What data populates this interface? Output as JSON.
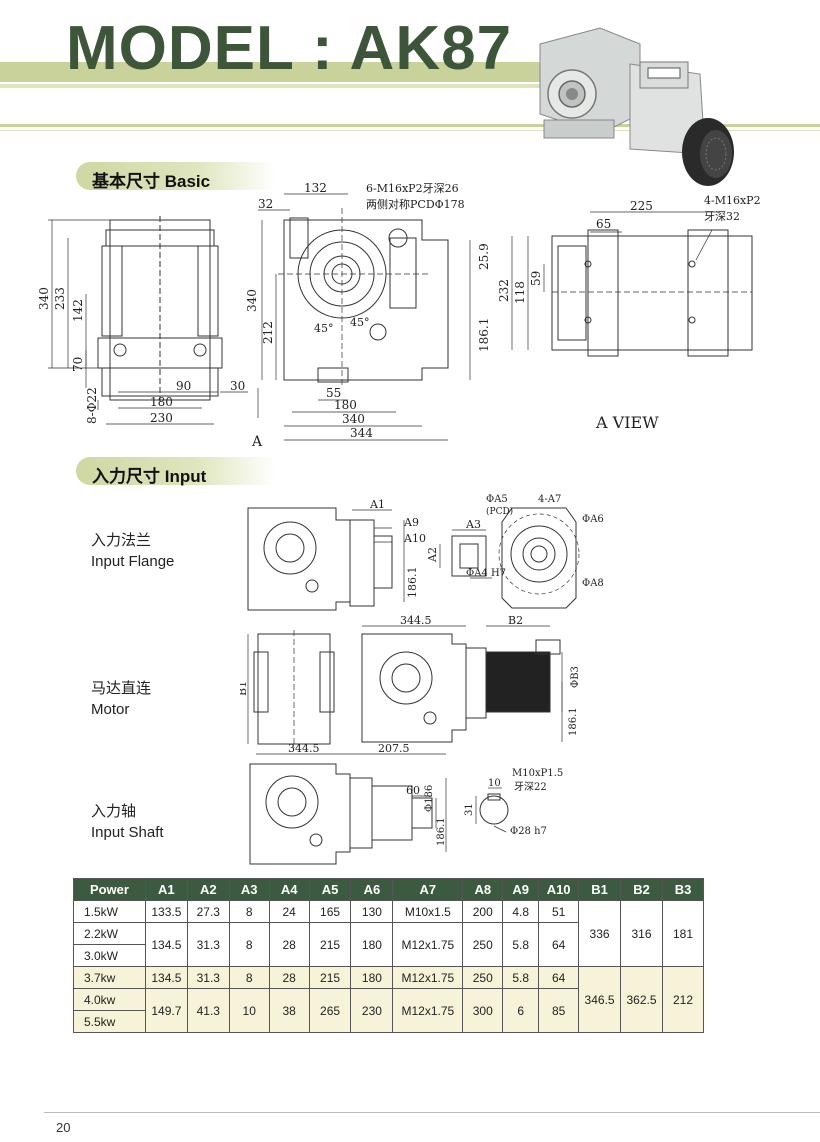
{
  "header": {
    "title": "MODEL : AK87"
  },
  "sections": {
    "basic": "基本尺寸 Basic",
    "input": "入力尺寸 Input"
  },
  "basic_dims": {
    "left": {
      "d340": "340",
      "d233": "233",
      "d142": "142",
      "d70": "70",
      "d8phi22": "8-Φ22",
      "d90": "90",
      "d30": "30",
      "d180": "180",
      "d230": "230"
    },
    "front": {
      "d32": "32",
      "d132": "132",
      "note1": "6-M16xP2牙深26",
      "note2": "两侧对称PCDΦ178",
      "d340": "340",
      "d212": "212",
      "d25_9": "25.9",
      "d186_1": "186.1",
      "a45a": "45°",
      "a45b": "45°",
      "d55": "55",
      "d180": "180",
      "d340b": "340",
      "d344": "344",
      "arrow": "A"
    },
    "aview": {
      "d225": "225",
      "d65": "65",
      "note1": "4-M16xP2",
      "note2": "牙深32",
      "d232": "232",
      "d118": "118",
      "d59": "59",
      "caption": "A VIEW"
    }
  },
  "input_rows": {
    "flange": {
      "cn": "入力法兰",
      "en": "Input Flange",
      "A1": "A1",
      "A9": "A9",
      "A10": "A10",
      "A3": "A3",
      "A2": "A2",
      "A4": "ΦA4 H7",
      "A5": "ΦA5",
      "pcd": "(PCD)",
      "A7": "4-A7",
      "A6": "ΦA6",
      "A8": "ΦA8",
      "d186": "186.1"
    },
    "motor": {
      "cn": "马达直连",
      "en": "Motor",
      "B1": "B1",
      "d344_5": "344.5",
      "B2": "B2",
      "B3": "ΦB3",
      "d186": "186.1"
    },
    "shaft": {
      "cn": "入力轴",
      "en": "Input Shaft",
      "d344_5": "344.5",
      "d207_5": "207.5",
      "d60": "60",
      "d186": "Φ186",
      "d10": "10",
      "d31": "31",
      "note1": "M10xP1.5",
      "note2": "牙深22",
      "d28": "Φ28 h7",
      "d186_1": "186.1"
    }
  },
  "table": {
    "headers": [
      "Power",
      "A1",
      "A2",
      "A3",
      "A4",
      "A5",
      "A6",
      "A7",
      "A8",
      "A9",
      "A10",
      "B1",
      "B2",
      "B3"
    ],
    "rows": [
      [
        "1.5kW",
        "133.5",
        "27.3",
        "8",
        "24",
        "165",
        "130",
        "M10x1.5",
        "200",
        "4.8",
        "51"
      ],
      [
        "2.2kW",
        "134.5",
        "31.3",
        "8",
        "28",
        "215",
        "180",
        "M12x1.75",
        "250",
        "5.8",
        "64"
      ],
      [
        "3.0kW"
      ],
      [
        "3.7kw",
        "134.5",
        "31.3",
        "8",
        "28",
        "215",
        "180",
        "M12x1.75",
        "250",
        "5.8",
        "64"
      ],
      [
        "4.0kw",
        "149.7",
        "41.3",
        "10",
        "38",
        "265",
        "230",
        "M12x1.75",
        "300",
        "6",
        "85"
      ],
      [
        "5.5kw"
      ]
    ],
    "b_group1": [
      "336",
      "316",
      "181"
    ],
    "b_group2": [
      "346.5",
      "362.5",
      "212"
    ]
  },
  "footer": {
    "page": "20"
  }
}
